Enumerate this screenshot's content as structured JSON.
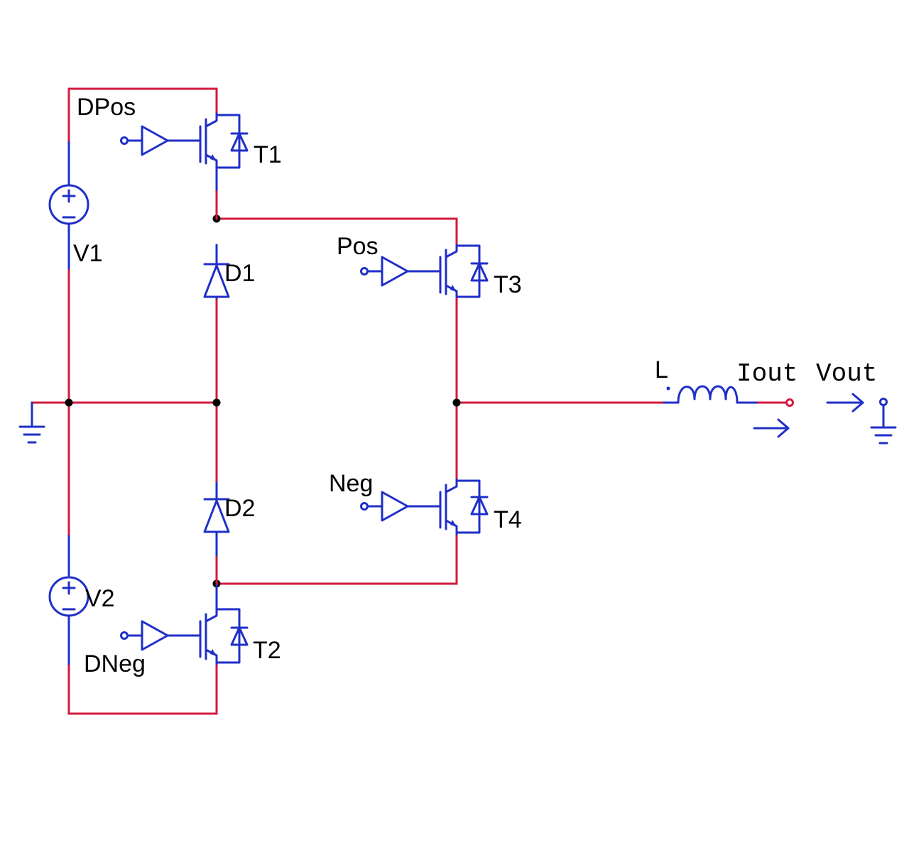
{
  "components": {
    "v1": "V1",
    "v2": "V2",
    "t1": "T1",
    "t2": "T2",
    "t3": "T3",
    "t4": "T4",
    "d1": "D1",
    "d2": "D2",
    "l": "L"
  },
  "signals": {
    "dpos": "DPos",
    "dneg": "DNeg",
    "pos": "Pos",
    "neg": "Neg"
  },
  "probes": {
    "iout": "Iout",
    "vout": "Vout"
  },
  "colors": {
    "wire": "#d21a3e",
    "component": "#1f2fc8",
    "node": "#000000",
    "text": "#000000",
    "background": "#ffffff"
  }
}
